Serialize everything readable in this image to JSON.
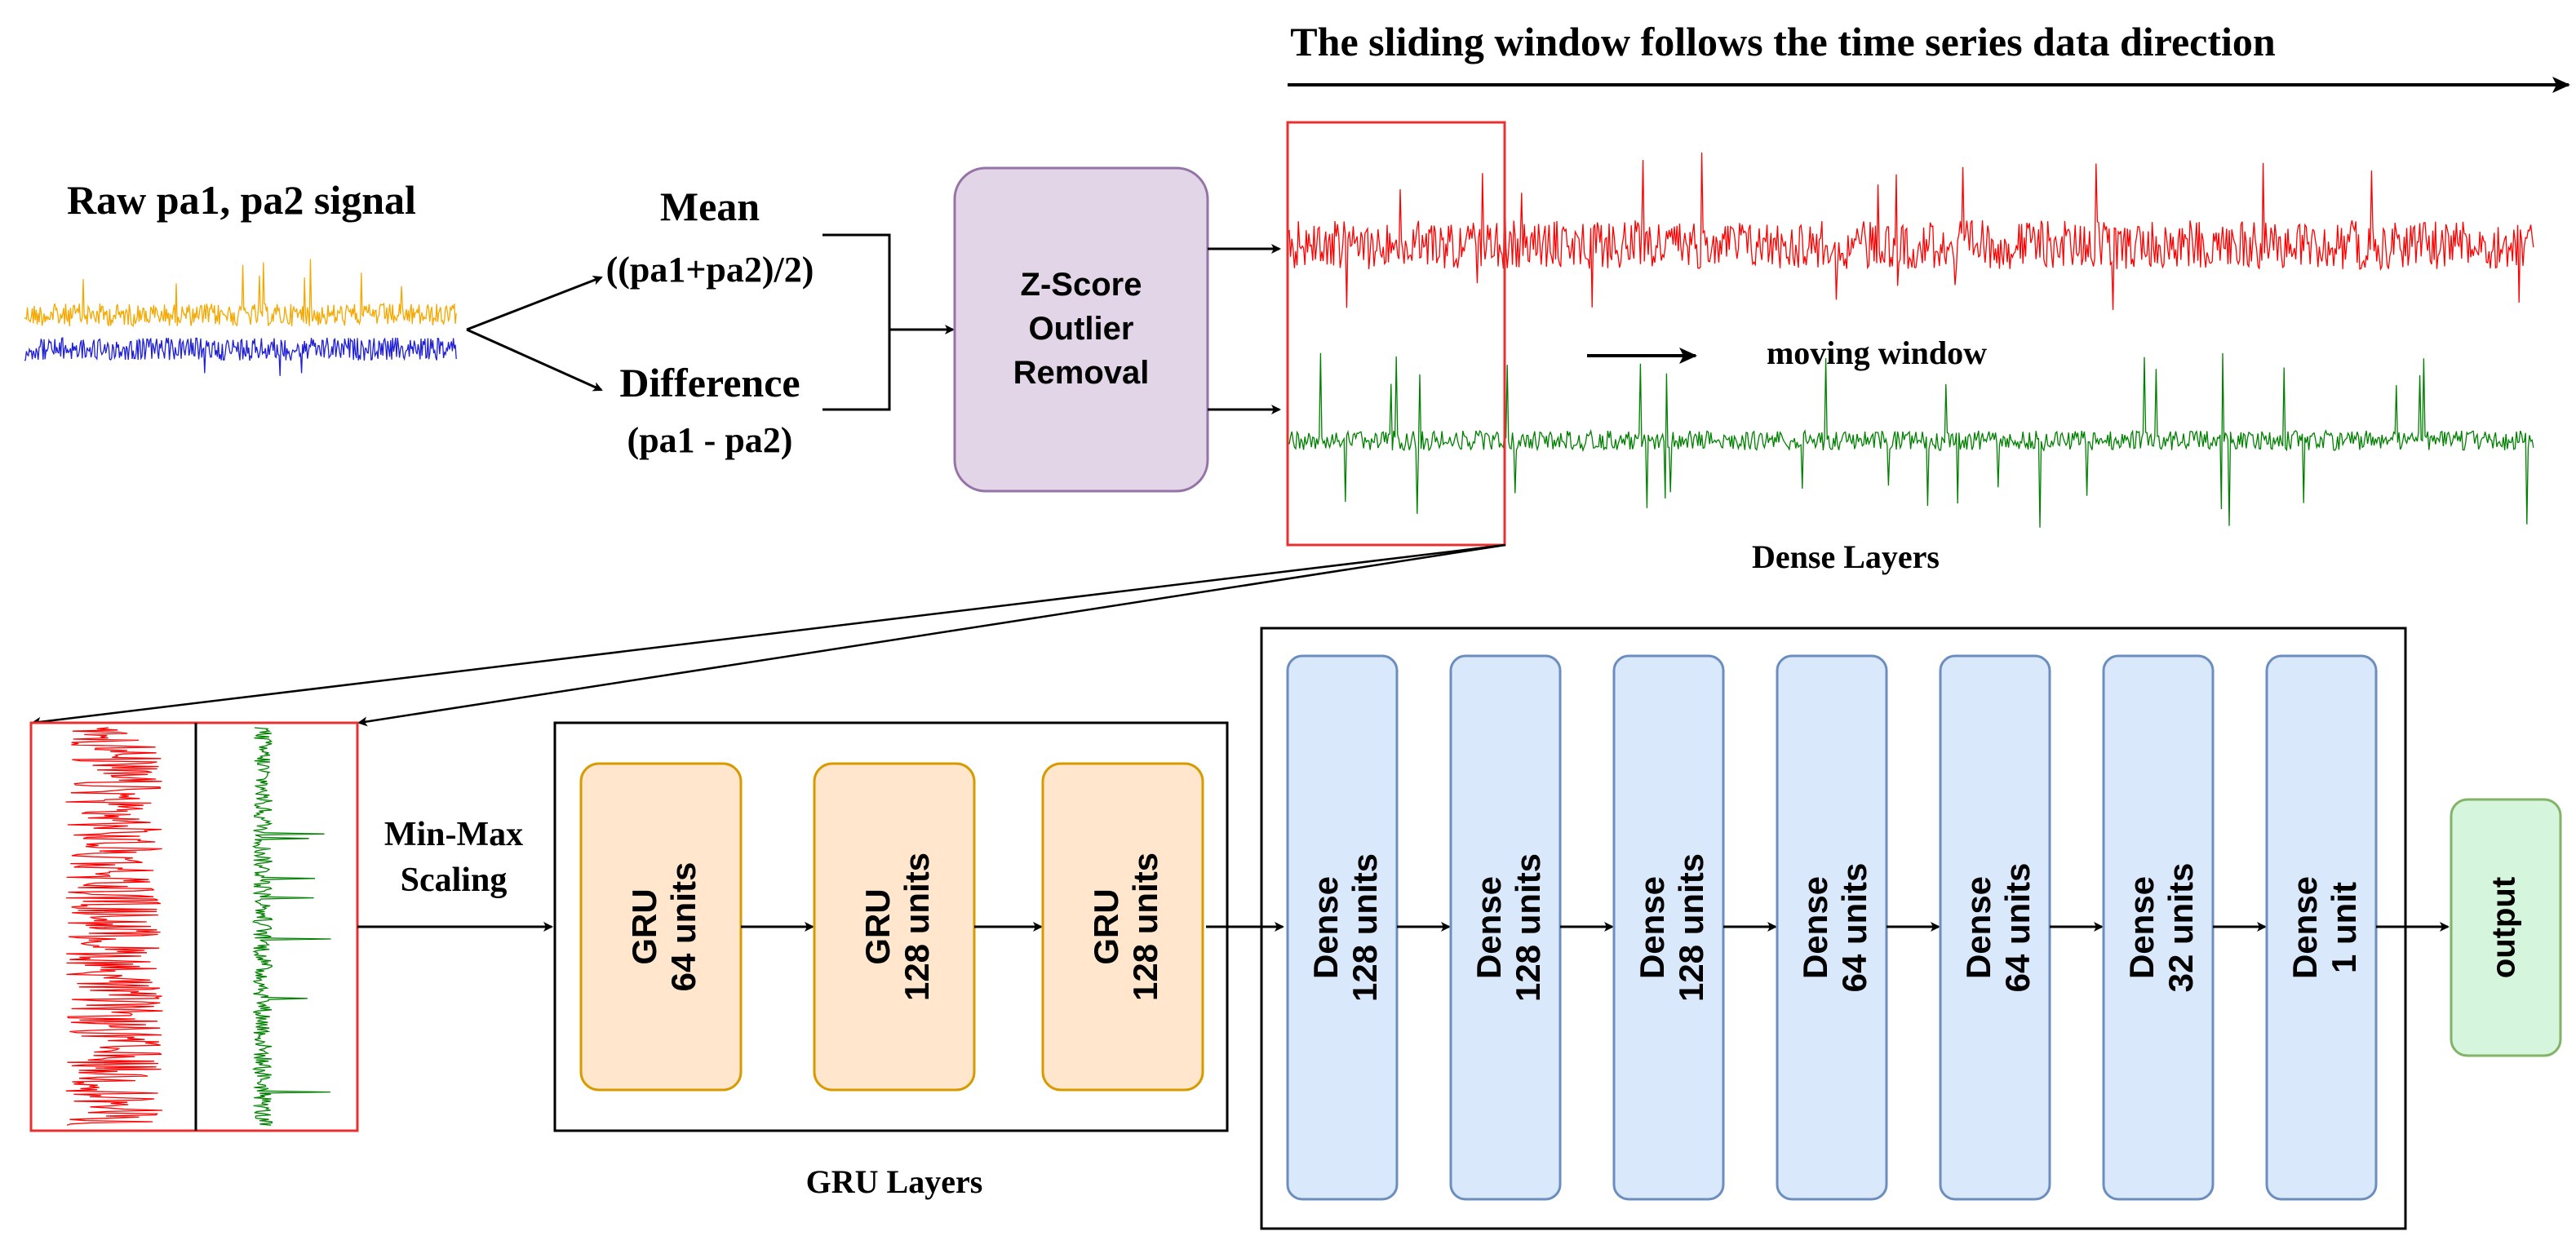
{
  "title": "The sliding window follows the time series data direction",
  "raw_signal_label": "Raw pa1, pa2 signal",
  "mean": {
    "label": "Mean",
    "formula": "((pa1+pa2)/2)"
  },
  "difference": {
    "label": "Difference",
    "formula": "(pa1 - pa2)"
  },
  "zscore": {
    "line1": "Z-Score",
    "line2": "Outlier",
    "line3": "Removal"
  },
  "moving_window_label": "moving window",
  "dense_layers_label": "Dense Layers",
  "minmax": {
    "line1": "Min-Max",
    "line2": "Scaling"
  },
  "gru_layers_label": "GRU Layers",
  "gru_blocks": [
    {
      "line1": "GRU",
      "line2": "64 units"
    },
    {
      "line1": "GRU",
      "line2": "128 units"
    },
    {
      "line1": "GRU",
      "line2": "128 units"
    }
  ],
  "dense_blocks": [
    {
      "line1": "Dense",
      "line2": "128 units"
    },
    {
      "line1": "Dense",
      "line2": "128 units"
    },
    {
      "line1": "Dense",
      "line2": "128 units"
    },
    {
      "line1": "Dense",
      "line2": "64 units"
    },
    {
      "line1": "Dense",
      "line2": "64 units"
    },
    {
      "line1": "Dense",
      "line2": "32 units"
    },
    {
      "line1": "Dense",
      "line2": "1 unit"
    }
  ],
  "output_label": "output",
  "colors": {
    "pa1_signal": "#f5a800",
    "pa2_signal": "#1f1fd6",
    "mean_signal": "#ff0000",
    "diff_signal": "#008000",
    "window_box": "#e83030",
    "zscore_fill": "#e1d5e7",
    "zscore_stroke": "#9673a6",
    "gru_fill": "#ffe6cc",
    "gru_stroke": "#d79b00",
    "dense_fill": "#dae8fc",
    "dense_stroke": "#6c8ebf",
    "output_fill": "#d5f5dc",
    "output_stroke": "#82b366"
  }
}
